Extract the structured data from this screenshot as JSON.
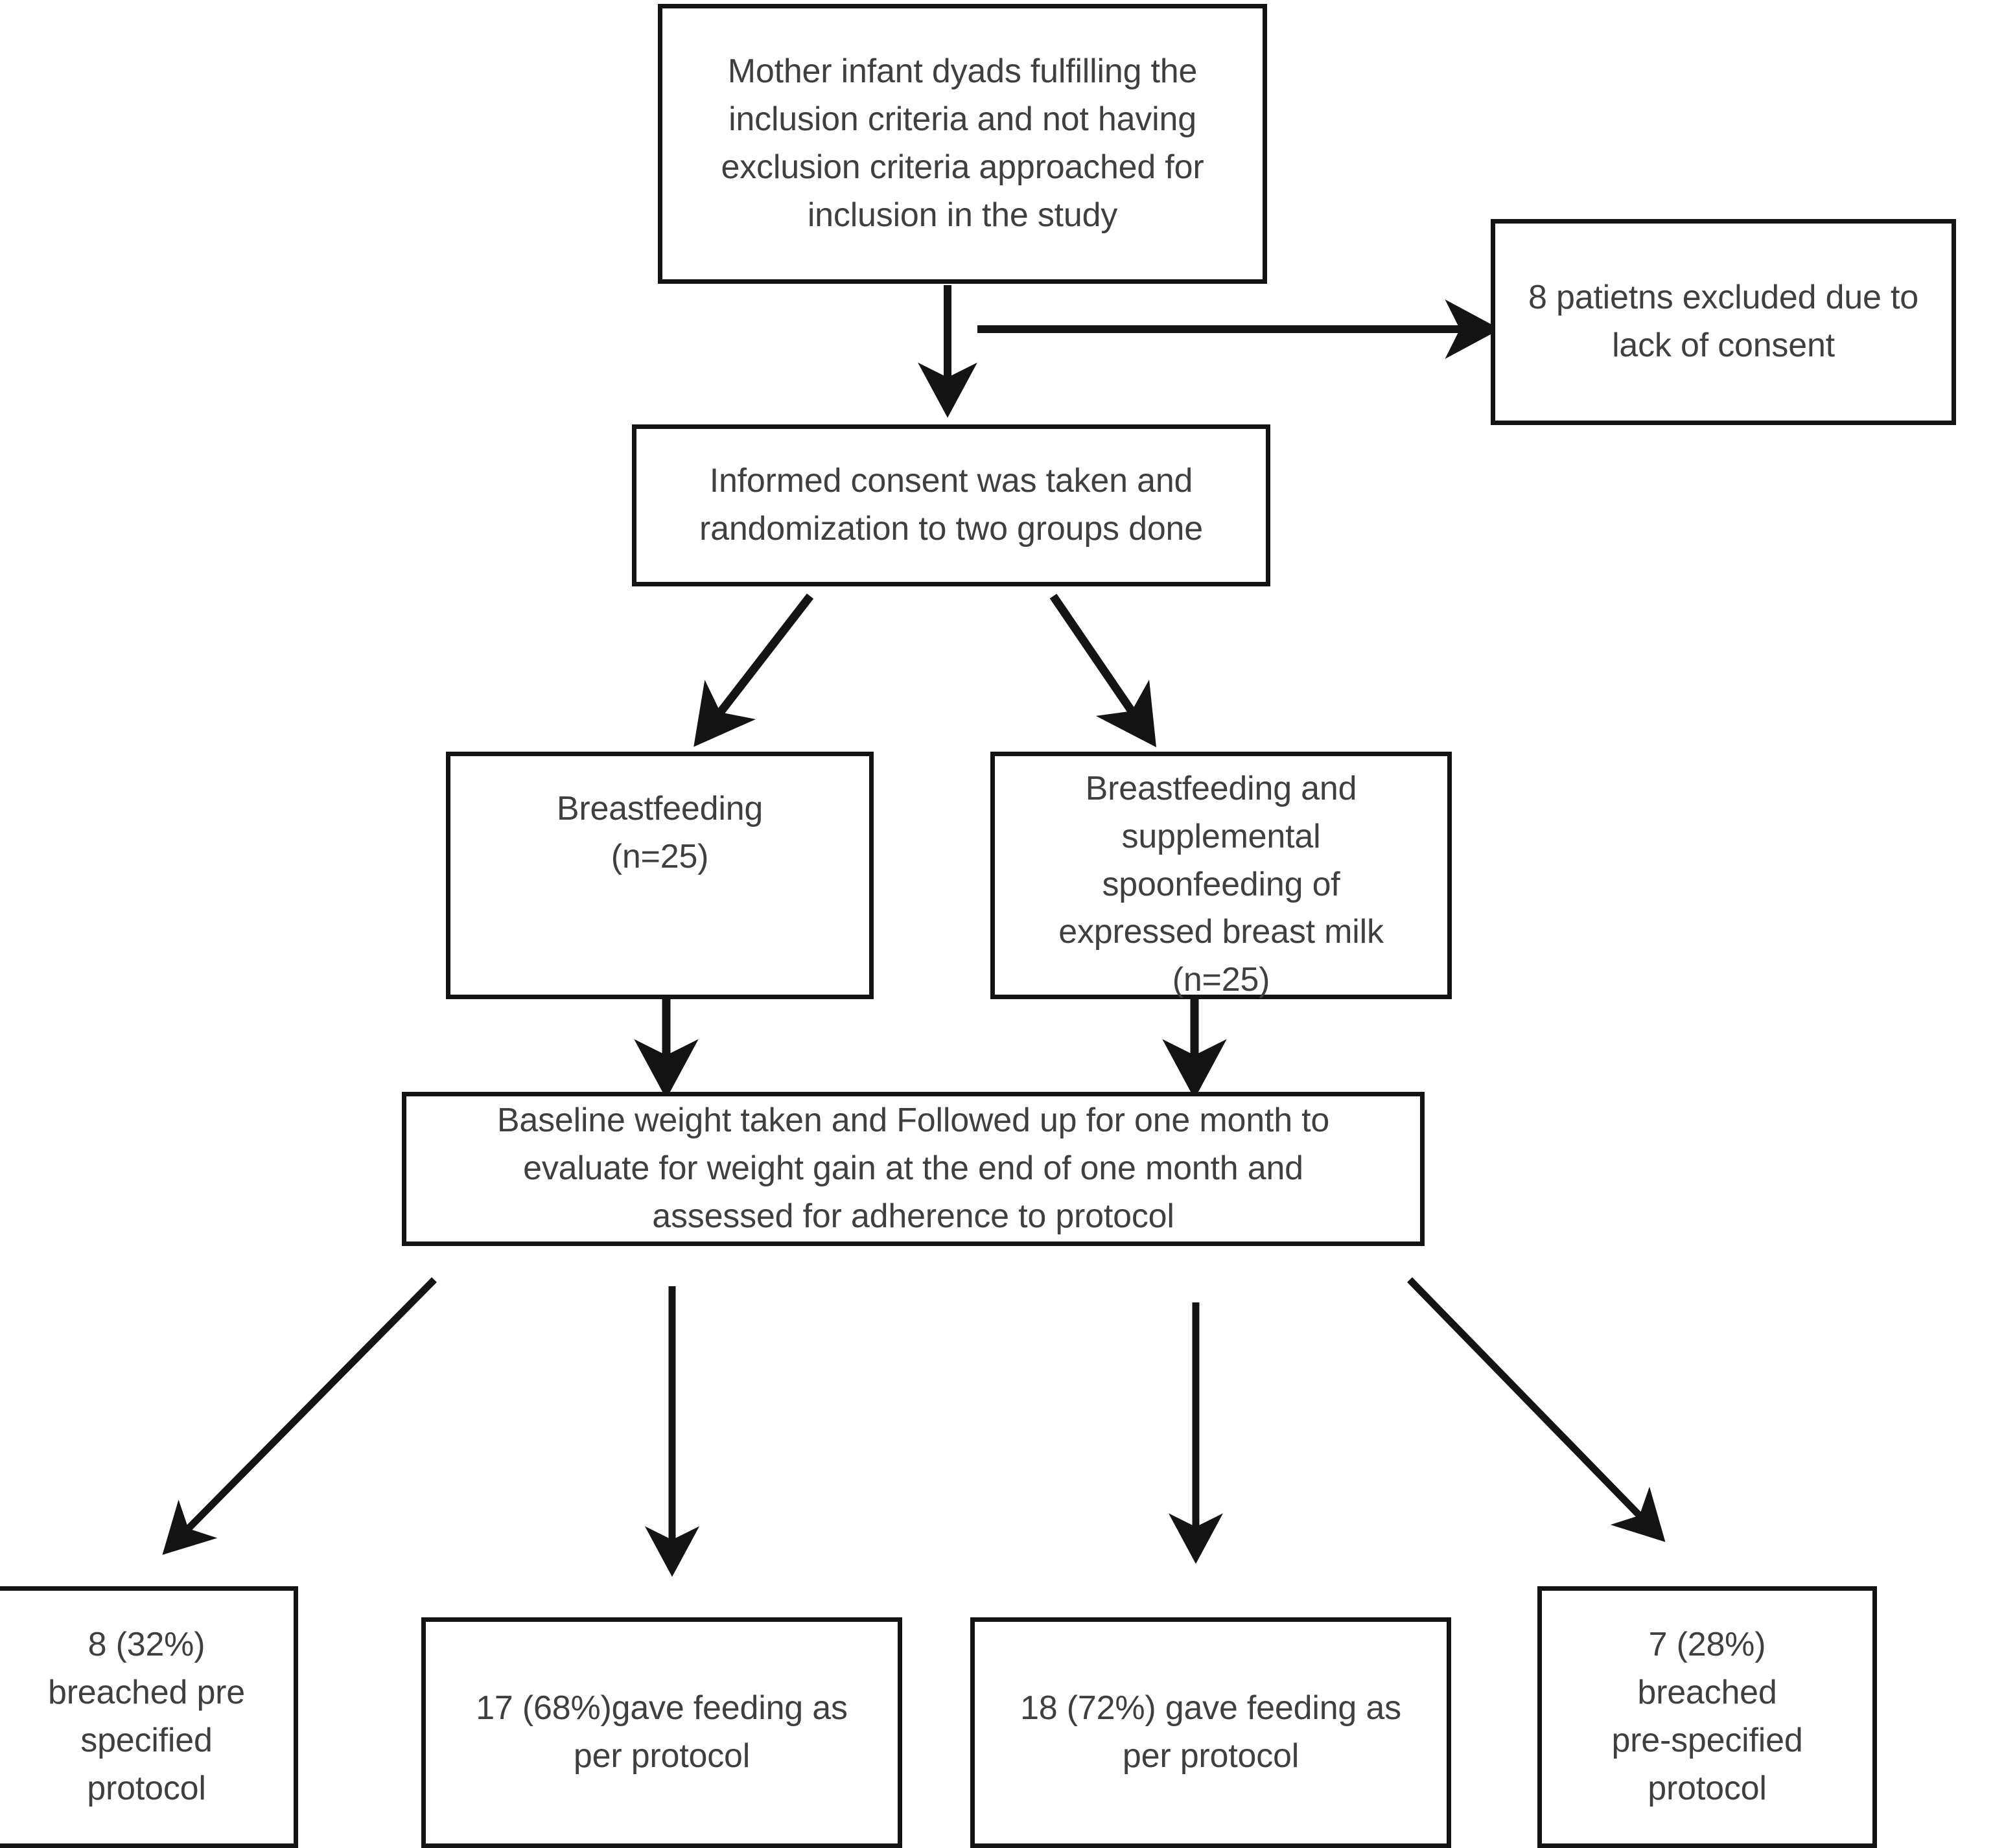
{
  "diagram": {
    "title": "Study flow diagram",
    "line_color": "#141414",
    "text_color": "#3f3f3f",
    "background": "#ffffff",
    "nodes": [
      {
        "id": "enrollment",
        "text": "Mother infant dyads fulfilling the\ninclusion criteria and not having\nexclusion criteria approached for\ninclusion in the study"
      },
      {
        "id": "excluded",
        "text": "8 patietns excluded due to\nlack of consent"
      },
      {
        "id": "consent",
        "text": "Informed consent was taken and\nrandomization to two groups done"
      },
      {
        "id": "group-breastfeeding",
        "text": "Breastfeeding\n(n=25)"
      },
      {
        "id": "group-supplemental",
        "text": "Breastfeeding and\nsupplemental\nspoonfeeding of\nexpressed breast milk\n(n=25)"
      },
      {
        "id": "followup",
        "text": "Baseline weight taken and Followed up for one month to\nevaluate for weight gain at the end of one month and\nassessed for  adherence to protocol"
      },
      {
        "id": "outcome-breach-32",
        "text": "8 (32%)\nbreached pre\nspecified\nprotocol"
      },
      {
        "id": "outcome-protocol-68",
        "text": "17 (68%)gave feeding as\nper protocol"
      },
      {
        "id": "outcome-protocol-72",
        "text": "18 (72%) gave feeding as\nper protocol"
      },
      {
        "id": "outcome-breach-28",
        "text": "7 (28%)\nbreached\npre-specified\nprotocol"
      }
    ],
    "edges": [
      {
        "from": "enrollment",
        "to": "excluded",
        "kind": "horizontal-arrow"
      },
      {
        "from": "enrollment",
        "to": "consent",
        "kind": "vertical-arrow"
      },
      {
        "from": "consent",
        "to": "group-breastfeeding",
        "kind": "diagonal-arrow"
      },
      {
        "from": "consent",
        "to": "group-supplemental",
        "kind": "diagonal-arrow"
      },
      {
        "from": "group-breastfeeding",
        "to": "followup",
        "kind": "vertical-arrow"
      },
      {
        "from": "group-supplemental",
        "to": "followup",
        "kind": "vertical-arrow"
      },
      {
        "from": "followup",
        "to": "outcome-breach-32",
        "kind": "diagonal-arrow"
      },
      {
        "from": "followup",
        "to": "outcome-protocol-68",
        "kind": "vertical-arrow"
      },
      {
        "from": "followup",
        "to": "outcome-protocol-72",
        "kind": "vertical-arrow"
      },
      {
        "from": "followup",
        "to": "outcome-breach-28",
        "kind": "diagonal-arrow"
      }
    ]
  }
}
